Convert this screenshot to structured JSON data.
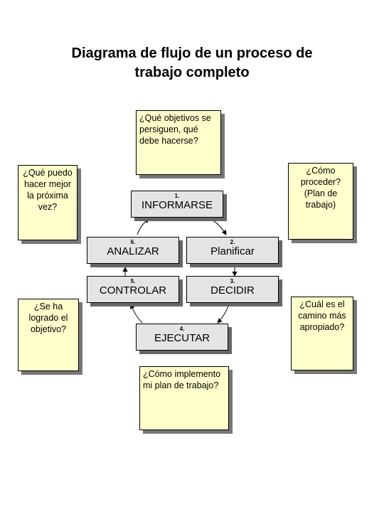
{
  "title": {
    "line1": "Diagrama de flujo de un proceso de",
    "line2": "trabajo completo"
  },
  "questions": {
    "top": [
      "¿Qué objetivos se",
      "persiguen, qué",
      "debe hacerse?"
    ],
    "left_top": [
      "¿Qué puedo",
      "hacer mejor",
      "la próxima",
      "vez?"
    ],
    "right_top": [
      "¿Cómo",
      "proceder?",
      "(Plan de",
      "trabajo)"
    ],
    "left_bottom": [
      "¿Se ha",
      "logrado el",
      "objetivo?"
    ],
    "right_bottom": [
      "¿Cuál es el",
      "camino más",
      "apropiado?"
    ],
    "bottom": [
      "¿Cómo implemento",
      "mi plan de trabajo?"
    ]
  },
  "steps": {
    "informarse": {
      "num": "1.",
      "label": "INFORMARSE"
    },
    "planificar": {
      "num": "2.",
      "label": "Planificar"
    },
    "decidir": {
      "num": "3.",
      "label": "DECIDIR"
    },
    "ejecutar": {
      "num": "4.",
      "label": "EJECUTAR"
    },
    "controlar": {
      "num": "5.",
      "label": "CONTROLAR"
    },
    "analizar": {
      "num": "6.",
      "label": "ANALIZAR"
    }
  },
  "colors": {
    "note_fill": "#ffffcc",
    "step_fill": "#e4e4e4",
    "shadow": "#666666"
  }
}
